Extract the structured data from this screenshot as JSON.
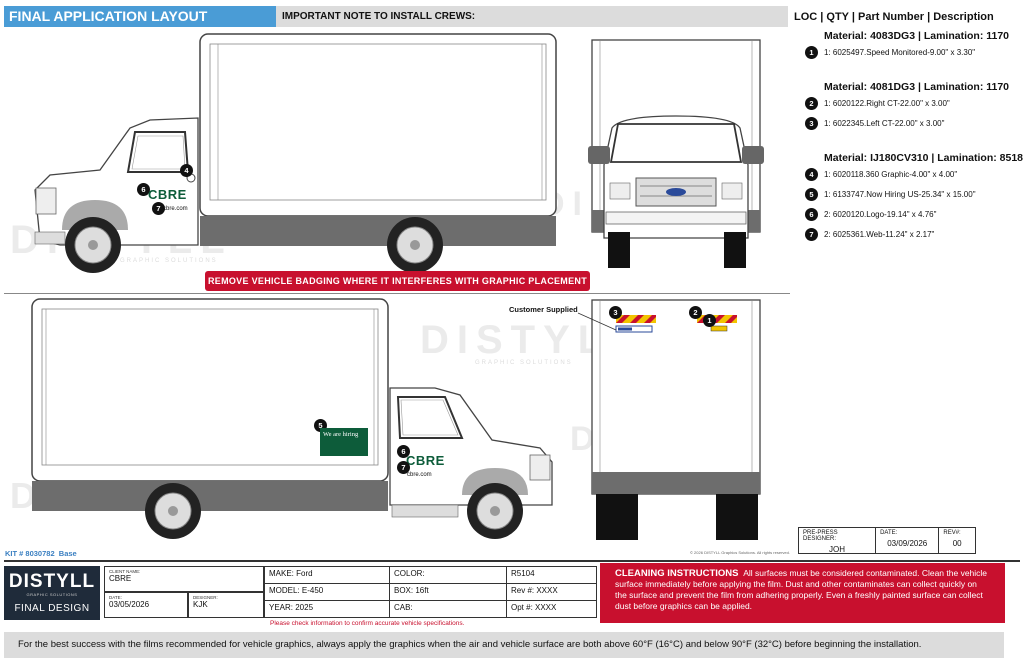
{
  "header": {
    "title": "FINAL APPLICATION LAYOUT",
    "note_label": "IMPORTANT NOTE TO INSTALL CREWS:"
  },
  "legend": {
    "columns": "LOC | QTY | Part Number | Description",
    "groups": [
      {
        "material": "Material: 4083DG3 | Lamination: 1170",
        "items": [
          {
            "loc": "1",
            "text": "1: 6025497.Speed Monitored-9.00\" x 3.30\""
          }
        ]
      },
      {
        "material": "Material: 4081DG3 | Lamination: 1170",
        "items": [
          {
            "loc": "2",
            "text": "1: 6020122.Right CT-22.00\" x 3.00\""
          },
          {
            "loc": "3",
            "text": "1: 6022345.Left CT-22.00\" x 3.00\""
          }
        ]
      },
      {
        "material": "Material: IJ180CV310 | Lamination: 8518",
        "items": [
          {
            "loc": "4",
            "text": "1: 6020118.360 Graphic-4.00\" x 4.00\""
          },
          {
            "loc": "5",
            "text": "1: 6133747.Now Hiring US-25.34\" x 15.00\""
          },
          {
            "loc": "6",
            "text": "2: 6020120.Logo-19.14\" x 4.76\""
          },
          {
            "loc": "7",
            "text": "2: 6025361.Web-11.24\" x 2.17\""
          }
        ]
      }
    ]
  },
  "markers": {
    "m1": "1",
    "m2": "2",
    "m3": "3",
    "m4": "4",
    "m5": "5",
    "m6": "6",
    "m7": "7"
  },
  "graphics": {
    "logo_text": "CBRE",
    "web_text": "cbre.com",
    "hiring_text": "We are hiring",
    "customer_supplied": "Customer Supplied"
  },
  "banner": "REMOVE VEHICLE BADGING WHERE IT INTERFERES WITH GRAPHIC PLACEMENT",
  "watermark": {
    "brand": "DISTYLL",
    "tag": "GRAPHIC SOLUTIONS"
  },
  "kit": {
    "label": "KIT # 8030782",
    "type": "Base"
  },
  "copyright": "© 2026 DISTYLL Graphics Solutions. All rights reserved.",
  "prepress": {
    "designer_label": "PRE-PRESS DESIGNER:",
    "designer": "JOH",
    "date_label": "DATE:",
    "date": "03/09/2026",
    "rev_label": "REV#:",
    "rev": "00"
  },
  "logo": {
    "brand": "DISTYLL",
    "tag": "GRAPHIC SOLUTIONS",
    "subtitle": "FINAL DESIGN"
  },
  "info": {
    "client_label": "CLIENT NAME:",
    "client": "CBRE",
    "date_label": "DATE:",
    "date": "03/05/2026",
    "designer_label": "DESIGNER:",
    "designer": "KJK",
    "make": "MAKE: Ford",
    "model": "MODEL: E-450",
    "year": "YEAR: 2025",
    "color": "COLOR:",
    "box": "BOX: 16ft",
    "cab": "CAB:",
    "code": "R5104",
    "rev": "Rev #:  XXXX",
    "opt": "Opt #:  XXXX",
    "check_note": "Please check information to confirm accurate vehicle specifications."
  },
  "cleaning": {
    "title": "CLEANING INSTRUCTIONS",
    "body": "All surfaces must be considered contaminated. Clean the vehicle surface immediately before applying the film. Dust and other contaminates can collect quickly on the surface and prevent the film from adhering properly. Even a freshly painted surface can collect dust before graphics can be applied."
  },
  "bottom_note": "For the best success with the films recommended for vehicle graphics, always apply the graphics when the air and vehicle surface are both above 60°F (16°C) and below 90°F (32°C) before beginning the installation.",
  "colors": {
    "accent_blue": "#4a9cd6",
    "warning_red": "#c8102e",
    "cbre_green": "#0d5c3a",
    "dark_navy": "#1f2b3a"
  }
}
